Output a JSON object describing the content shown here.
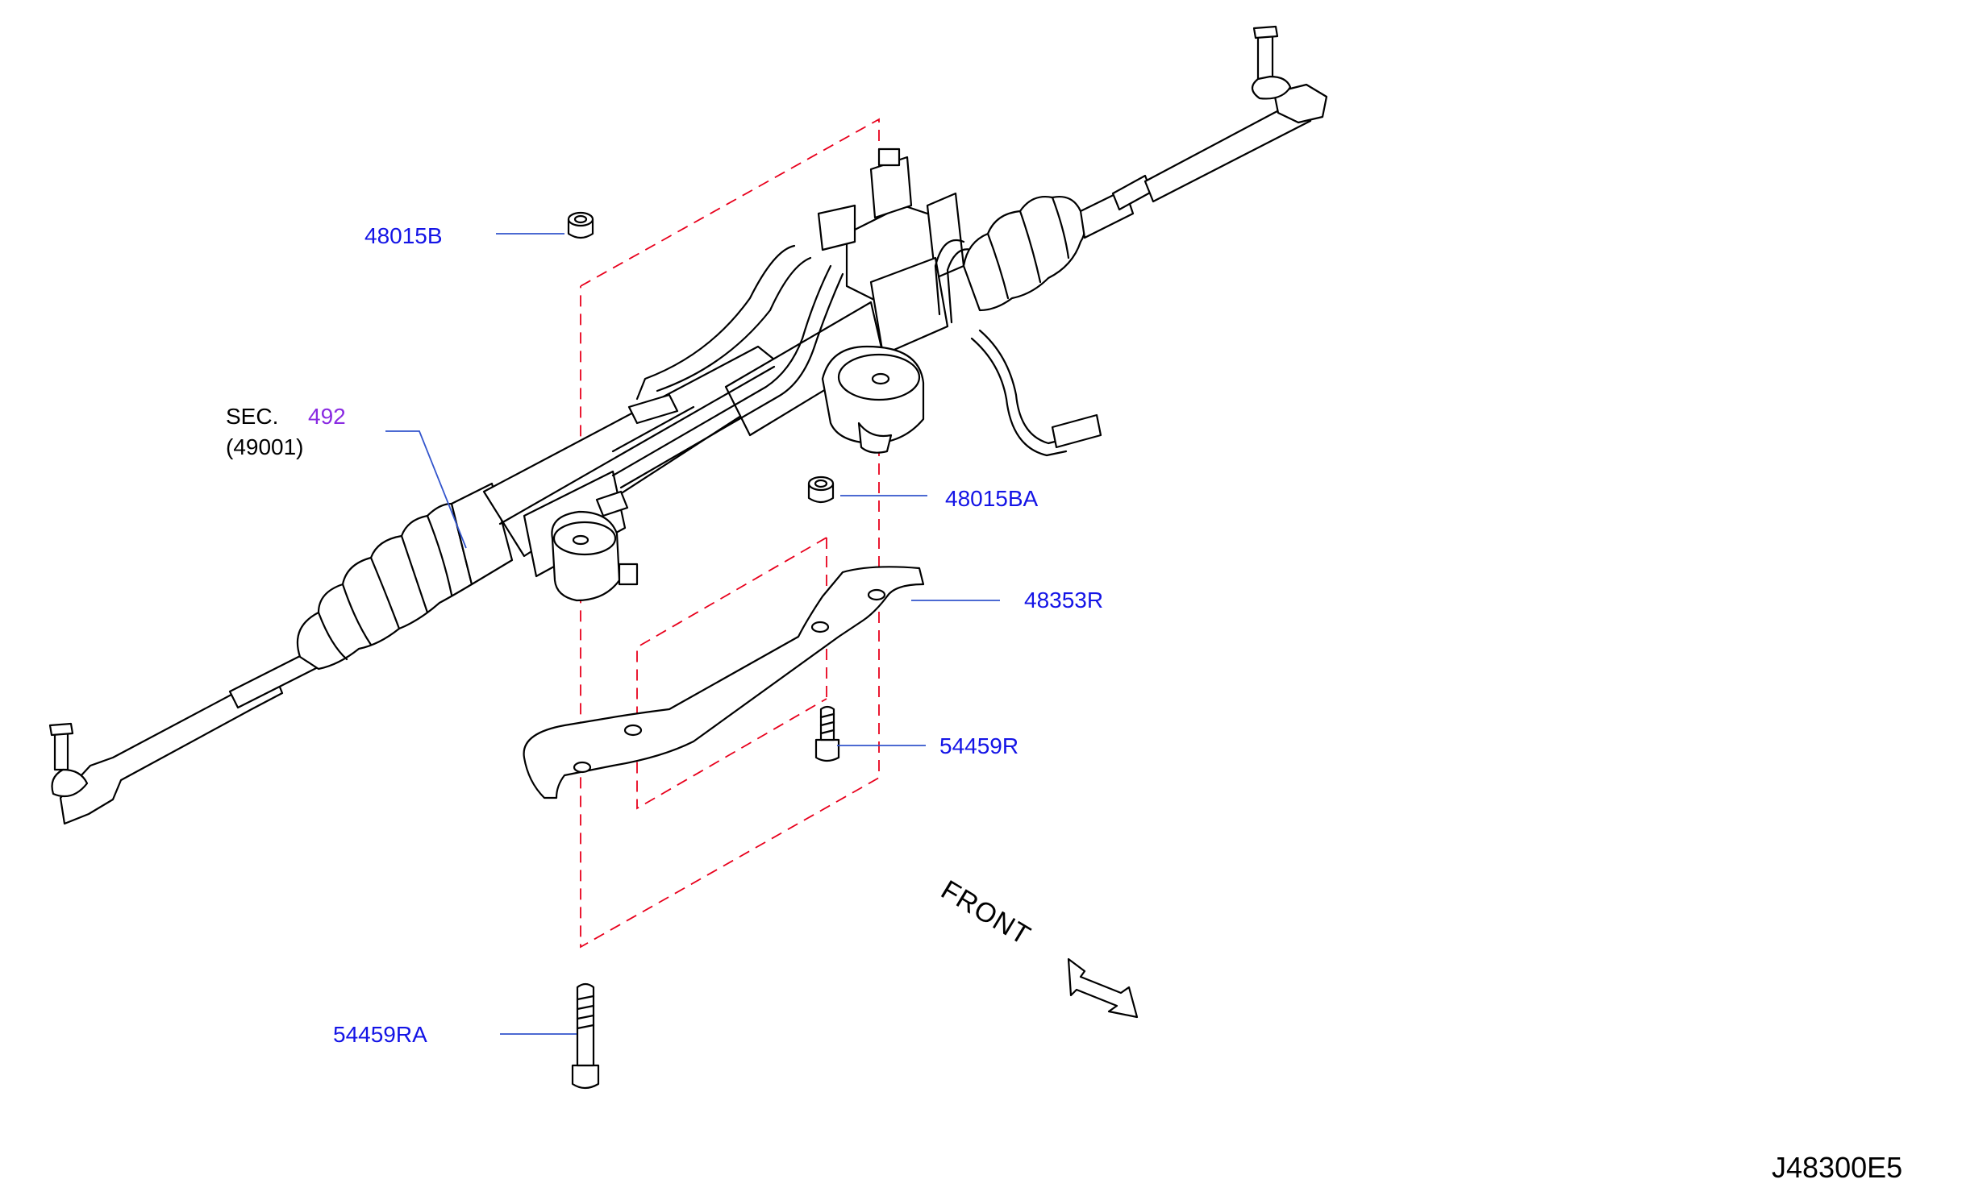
{
  "labels": {
    "p48015B": "48015B",
    "secText": "SEC.",
    "secNum": "492",
    "secSub": "(49001)",
    "p48015BA": "48015BA",
    "p48353R": "48353R",
    "p54459R": "54459R",
    "p54459RA": "54459RA",
    "front": "FRONT",
    "diagramCode": "J48300E5"
  },
  "colors": {
    "partLabel": "#1414e6",
    "sectionLink": "#8a2be2",
    "dashedGuide": "#e8001c",
    "leader": "#3355cc",
    "outline": "#000000"
  },
  "icons": {
    "front": "front-arrow-icon"
  }
}
